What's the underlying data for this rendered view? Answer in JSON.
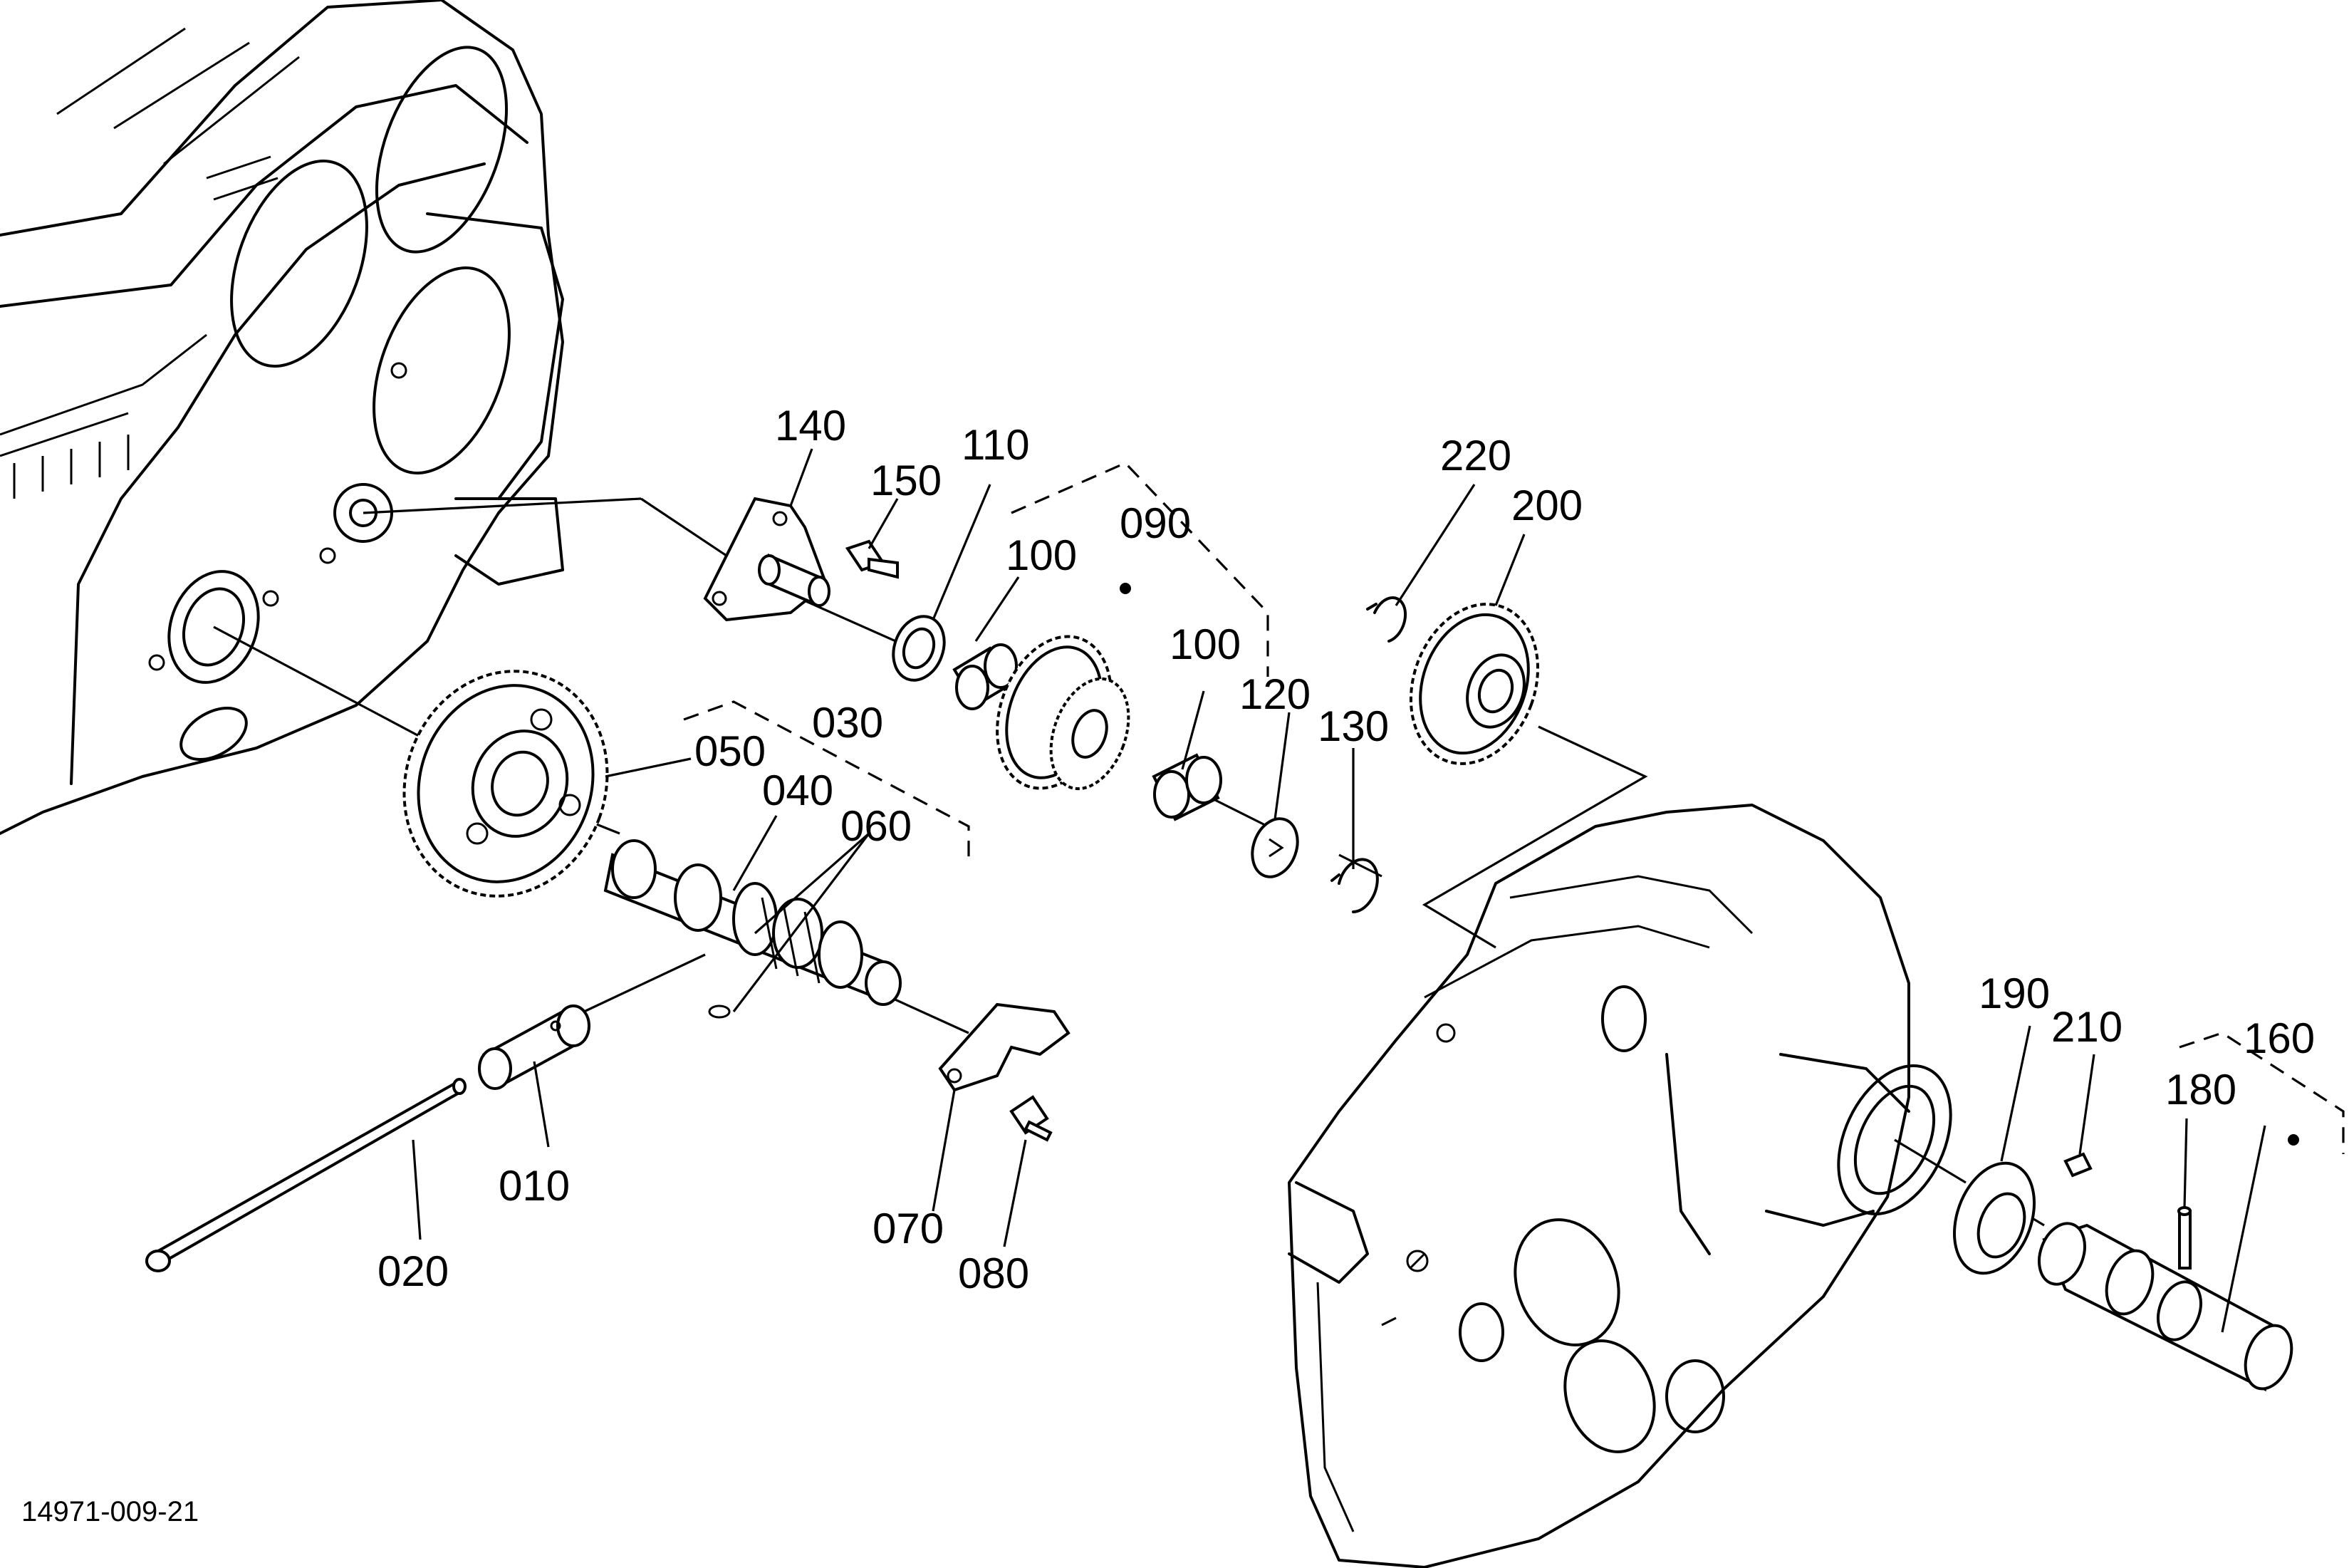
{
  "drawing_number": "14971-009-21",
  "part_labels": [
    {
      "id": "p140",
      "text": "140"
    },
    {
      "id": "p150",
      "text": "150"
    },
    {
      "id": "p110",
      "text": "110"
    },
    {
      "id": "p100a",
      "text": "100"
    },
    {
      "id": "p090",
      "text": "090"
    },
    {
      "id": "p220",
      "text": "220"
    },
    {
      "id": "p200",
      "text": "200"
    },
    {
      "id": "p100b",
      "text": "100"
    },
    {
      "id": "p120",
      "text": "120"
    },
    {
      "id": "p130",
      "text": "130"
    },
    {
      "id": "p030",
      "text": "030"
    },
    {
      "id": "p050",
      "text": "050"
    },
    {
      "id": "p040",
      "text": "040"
    },
    {
      "id": "p060",
      "text": "060"
    },
    {
      "id": "p010",
      "text": "010"
    },
    {
      "id": "p020",
      "text": "020"
    },
    {
      "id": "p070",
      "text": "070"
    },
    {
      "id": "p080",
      "text": "080"
    },
    {
      "id": "p190",
      "text": "190"
    },
    {
      "id": "p210",
      "text": "210"
    },
    {
      "id": "p160",
      "text": "160"
    },
    {
      "id": "p180",
      "text": "180"
    }
  ]
}
